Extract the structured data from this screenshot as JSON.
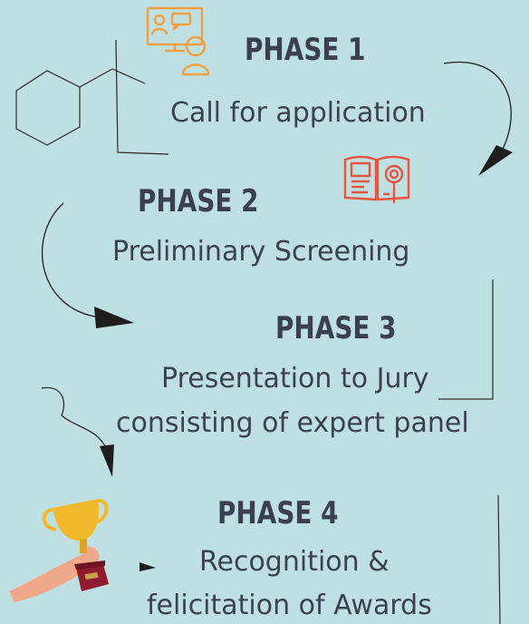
{
  "phases": [
    {
      "title": "PHASE 1",
      "text": "Call for application"
    },
    {
      "title": "PHASE 2",
      "text": "Preliminary Screening"
    },
    {
      "title": "PHASE 3",
      "text_line1": "Presentation to Jury",
      "text_line2": "consisting of expert panel"
    },
    {
      "title": "PHASE 4",
      "text_line1": "Recognition &",
      "text_line2": "felicitation of Awards"
    }
  ],
  "icons": [
    "online-meeting-icon",
    "book-magnifier-icon",
    "hexagon-sketch",
    "trophy-hand-icon"
  ],
  "colors": {
    "background": "#bfe0e3",
    "text": "#3b4150",
    "meeting_icon": "#f0a040",
    "book_icon": "#e8553e",
    "trophy_gold": "#f2b92c",
    "trophy_base": "#8e1b2e",
    "skin": "#f0a88a"
  }
}
